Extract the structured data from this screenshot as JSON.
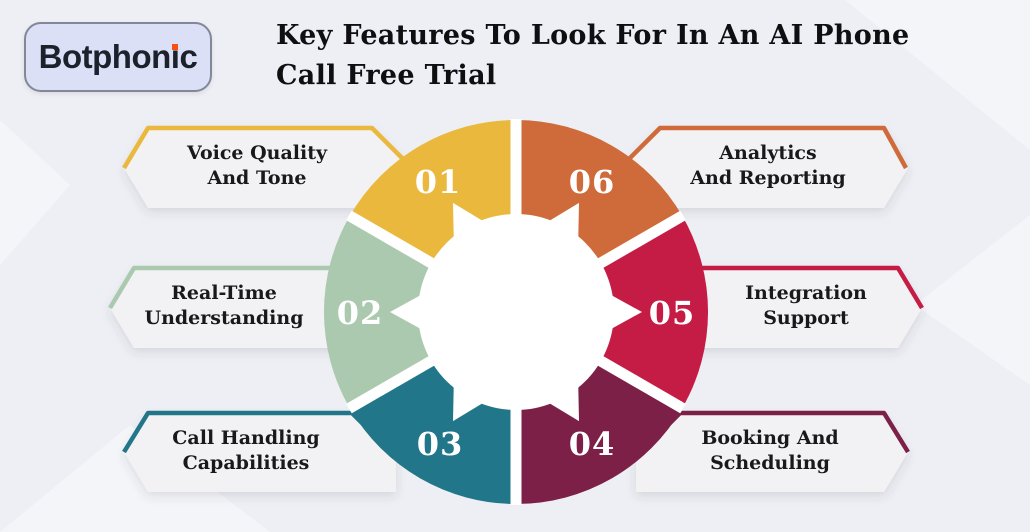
{
  "logo": {
    "brand": "Botphonic",
    "pre": "Botphon",
    "dotless_i": "ı",
    "post": "c",
    "dot_color": "#f4530f",
    "box_color": "#dbe0f6"
  },
  "title": {
    "line1": "Key Features To Look For In An AI Phone",
    "line2": "Call Free Trial"
  },
  "wheel": {
    "type": "circular-6-step-infographic",
    "center_fill": "#ffffff",
    "divider_color": "#ffffff",
    "label_box_color": "#f2f2f4",
    "number_color": "#ffffff",
    "segments": [
      {
        "number": "01",
        "label1": "Voice Quality",
        "label2": "And Tone",
        "color": "#EAB83D",
        "position": "top-left"
      },
      {
        "number": "02",
        "label1": "Real-Time",
        "label2": "Understanding",
        "color": "#ABC9AE",
        "position": "middle-left"
      },
      {
        "number": "03",
        "label1": "Call Handling",
        "label2": "Capabilities",
        "color": "#21768A",
        "position": "bottom-left"
      },
      {
        "number": "04",
        "label1": "Booking And",
        "label2": "Scheduling",
        "color": "#7C2048",
        "position": "bottom-right"
      },
      {
        "number": "05",
        "label1": "Integration",
        "label2": "Support",
        "color": "#C41C45",
        "position": "middle-right"
      },
      {
        "number": "06",
        "label1": "Analytics",
        "label2": "And Reporting",
        "color": "#CF6A3A",
        "position": "top-right"
      }
    ]
  },
  "colors": {
    "background": "#edeff4",
    "title_text": "#0f0f12",
    "label_text": "#191919"
  }
}
